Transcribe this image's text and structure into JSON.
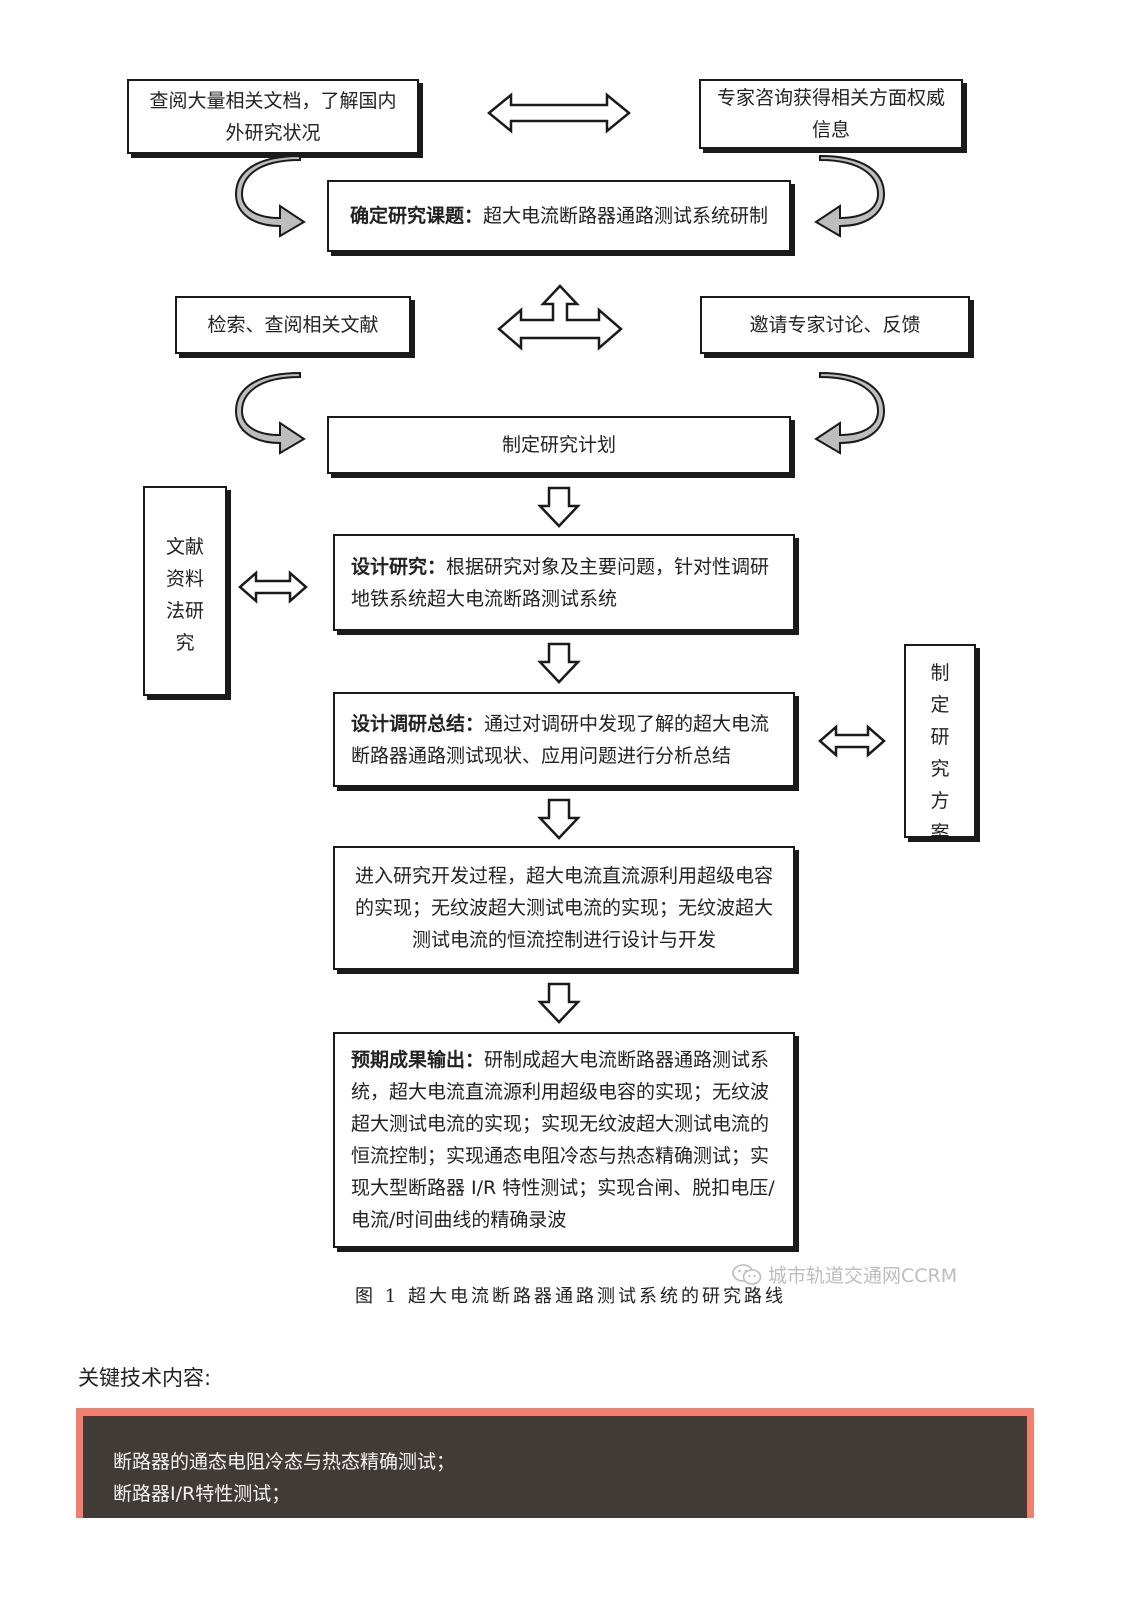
{
  "flow": {
    "box_literature_survey": "查阅大量相关文档，了解国内外研究状况",
    "box_expert_consult": "专家咨询获得相关方面权威信息",
    "box_topic_label": "确定研究课题：",
    "box_topic_text": "超大电流断路器通路测试系统研制",
    "box_search_docs": "检索、查阅相关文献",
    "box_invite_experts": "邀请专家讨论、反馈",
    "box_plan": "制定研究计划",
    "side_left_chars": [
      "文献",
      "资料",
      "法研",
      "究"
    ],
    "box_design_label": "设计研究：",
    "box_design_text": "根据研究对象及主要问题，针对性调研地铁系统超大电流断路测试系统",
    "box_summary_label": "设计调研总结：",
    "box_summary_text": "通过对调研中发现了解的超大电流断路器通路测试现状、应用问题进行分析总结",
    "side_right_chars": [
      "制",
      "定",
      "研",
      "究",
      "方",
      "案"
    ],
    "box_dev": "进入研究开发过程，超大电流直流源利用超级电容的实现；无纹波超大测试电流的实现；无纹波超大测试电流的恒流控制进行设计与开发",
    "box_output_label": "预期成果输出：",
    "box_output_text": "研制成超大电流断路器通路测试系统，超大电流直流源利用超级电容的实现；无纹波超大测试电流的实现；实现无纹波超大测试电流的恒流控制；实现通态电阻冷态与热态精确测试；实现大型断路器 I/R 特性测试；实现合闸、脱扣电压/电流/时间曲线的精确录波"
  },
  "caption": "图 1  超大电流断路器通路测试系统的研究路线",
  "watermark": "城市轨道交通网CCRM",
  "section_heading": "关键技术内容:",
  "key_items": [
    "断路器的通态电阻冷态与热态精确测试；",
    "断路器I/R特性测试；"
  ],
  "colors": {
    "panel_border": "#f07f6d",
    "panel_bg": "#413b38",
    "line": "#1a1a1a"
  }
}
